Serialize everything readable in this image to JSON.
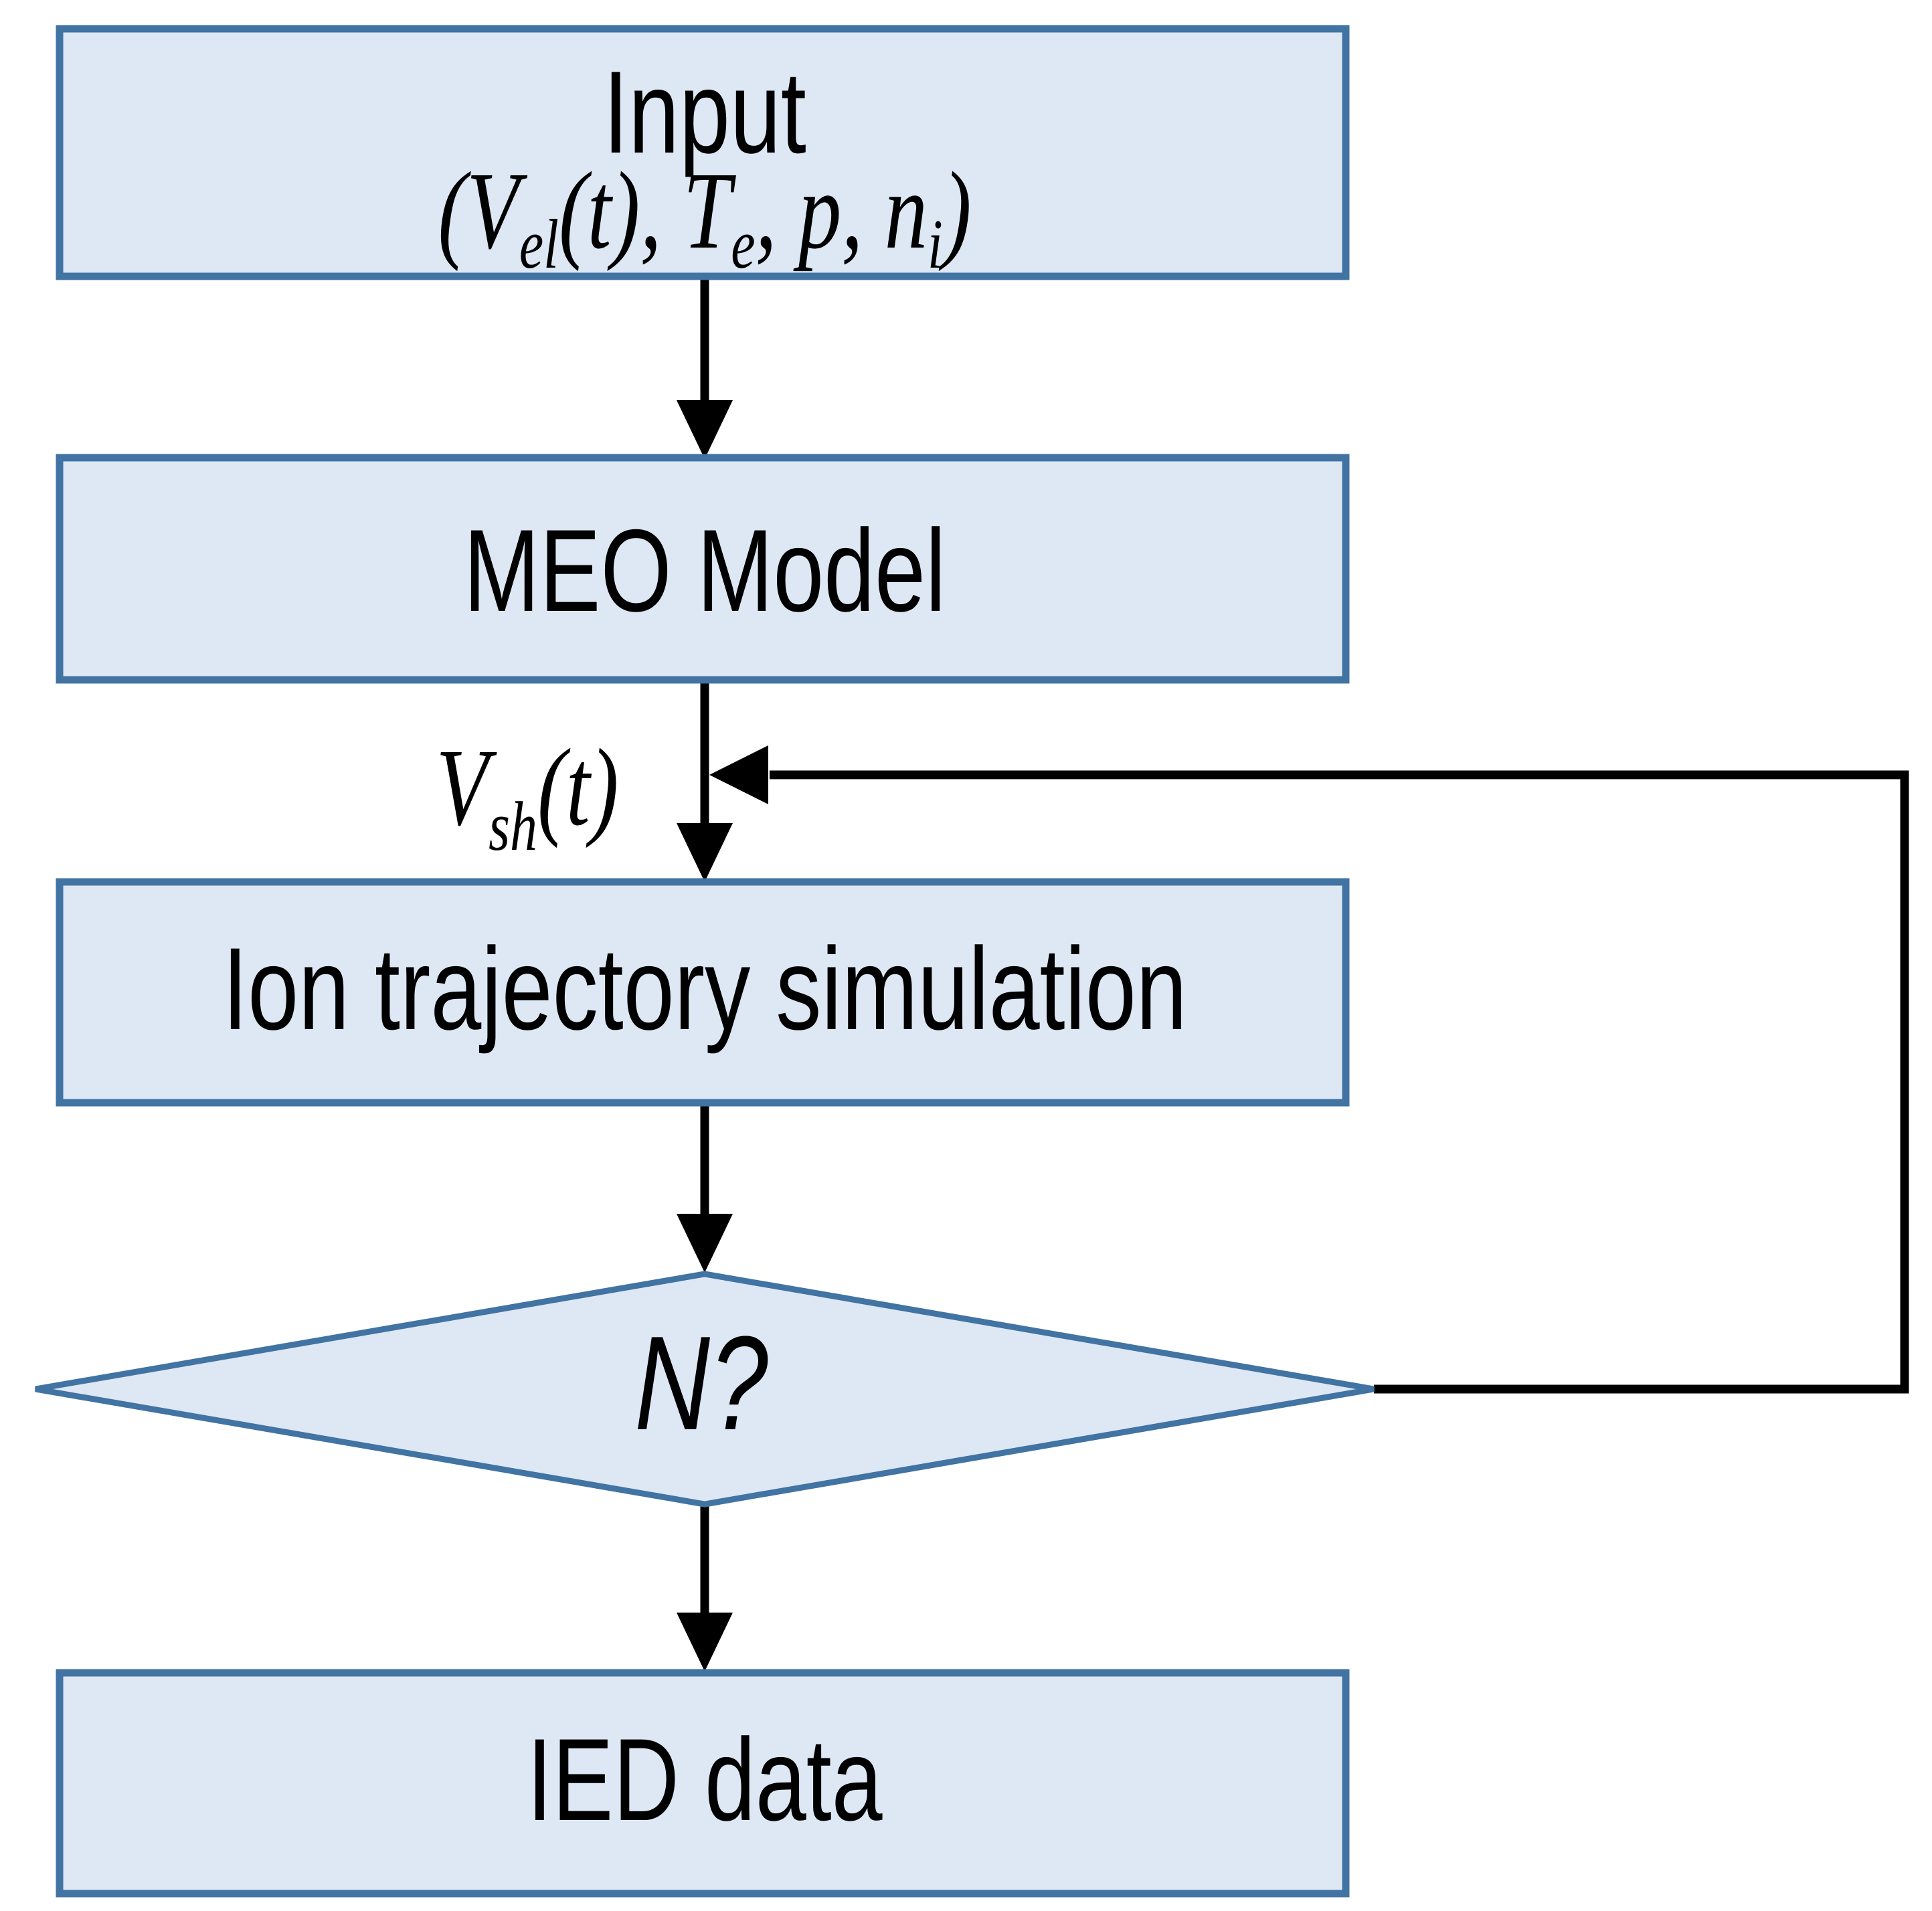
{
  "flowchart": {
    "background_color": "#ffffff",
    "node_fill": "#dde8f4",
    "node_border": "#4173a3",
    "connector_color": "#000000",
    "nodes": {
      "input": {
        "title": "Input",
        "formula": {
          "f1": "(V",
          "f1sub": "el",
          "f2": "(t), T",
          "f2sub": "e",
          "f3": ", p, n",
          "f3sub": "i",
          "f4": ")"
        }
      },
      "meo": {
        "label": "MEO Model"
      },
      "ion": {
        "label": "Ion trajectory simulation"
      },
      "decision": {
        "label": "N?"
      },
      "ied": {
        "label": "IED data"
      }
    },
    "edge_labels": {
      "vsh": {
        "v": "V",
        "sub": "sh",
        "args": "(t)"
      }
    }
  }
}
